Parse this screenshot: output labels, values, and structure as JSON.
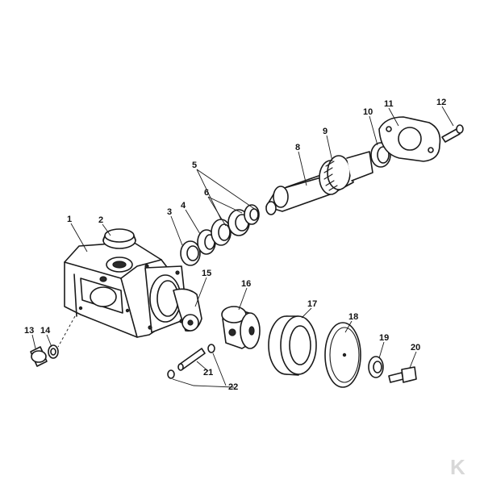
{
  "callouts": [
    {
      "id": "1",
      "label": "1"
    },
    {
      "id": "2",
      "label": "2"
    },
    {
      "id": "3",
      "label": "3"
    },
    {
      "id": "4",
      "label": "4"
    },
    {
      "id": "5",
      "label": "5"
    },
    {
      "id": "6",
      "label": "6"
    },
    {
      "id": "8",
      "label": "8"
    },
    {
      "id": "9",
      "label": "9"
    },
    {
      "id": "10",
      "label": "10"
    },
    {
      "id": "11",
      "label": "11"
    },
    {
      "id": "12",
      "label": "12"
    },
    {
      "id": "13",
      "label": "13"
    },
    {
      "id": "14",
      "label": "14"
    },
    {
      "id": "15",
      "label": "15"
    },
    {
      "id": "16",
      "label": "16"
    },
    {
      "id": "17",
      "label": "17"
    },
    {
      "id": "18",
      "label": "18"
    },
    {
      "id": "19",
      "label": "19"
    },
    {
      "id": "20",
      "label": "20"
    },
    {
      "id": "21",
      "label": "21"
    },
    {
      "id": "22",
      "label": "22"
    }
  ],
  "watermark": {
    "text": "K",
    "color": "#d8d8d8"
  }
}
